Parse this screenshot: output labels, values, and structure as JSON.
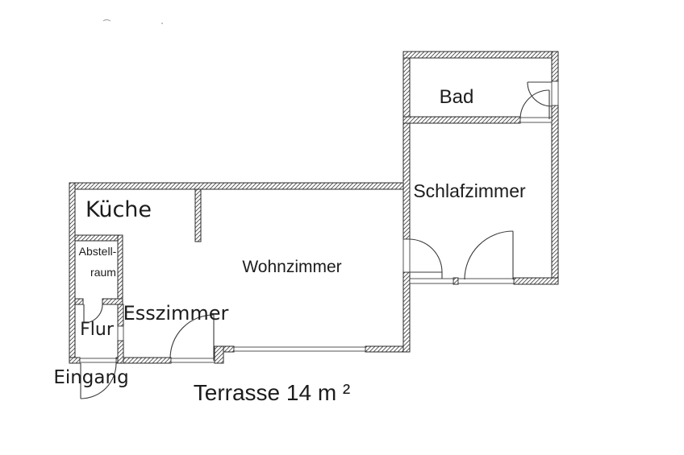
{
  "labels": {
    "bad": "Bad",
    "schlafzimmer": "Schlafzimmer",
    "kueche": "Küche",
    "wohnzimmer": "Wohnzimmer",
    "esszimmer": "Esszimmer",
    "flur": "Flur",
    "abstellraum_line1": "Abstell-",
    "abstellraum_line2": "raum",
    "eingang": "Eingang",
    "terrasse": "Terrasse 14 m ²"
  },
  "colors": {
    "wall_line": "#2b2b2b",
    "door_line": "#3a3a3a",
    "text": "#1c1c1c",
    "background": "#ffffff"
  }
}
